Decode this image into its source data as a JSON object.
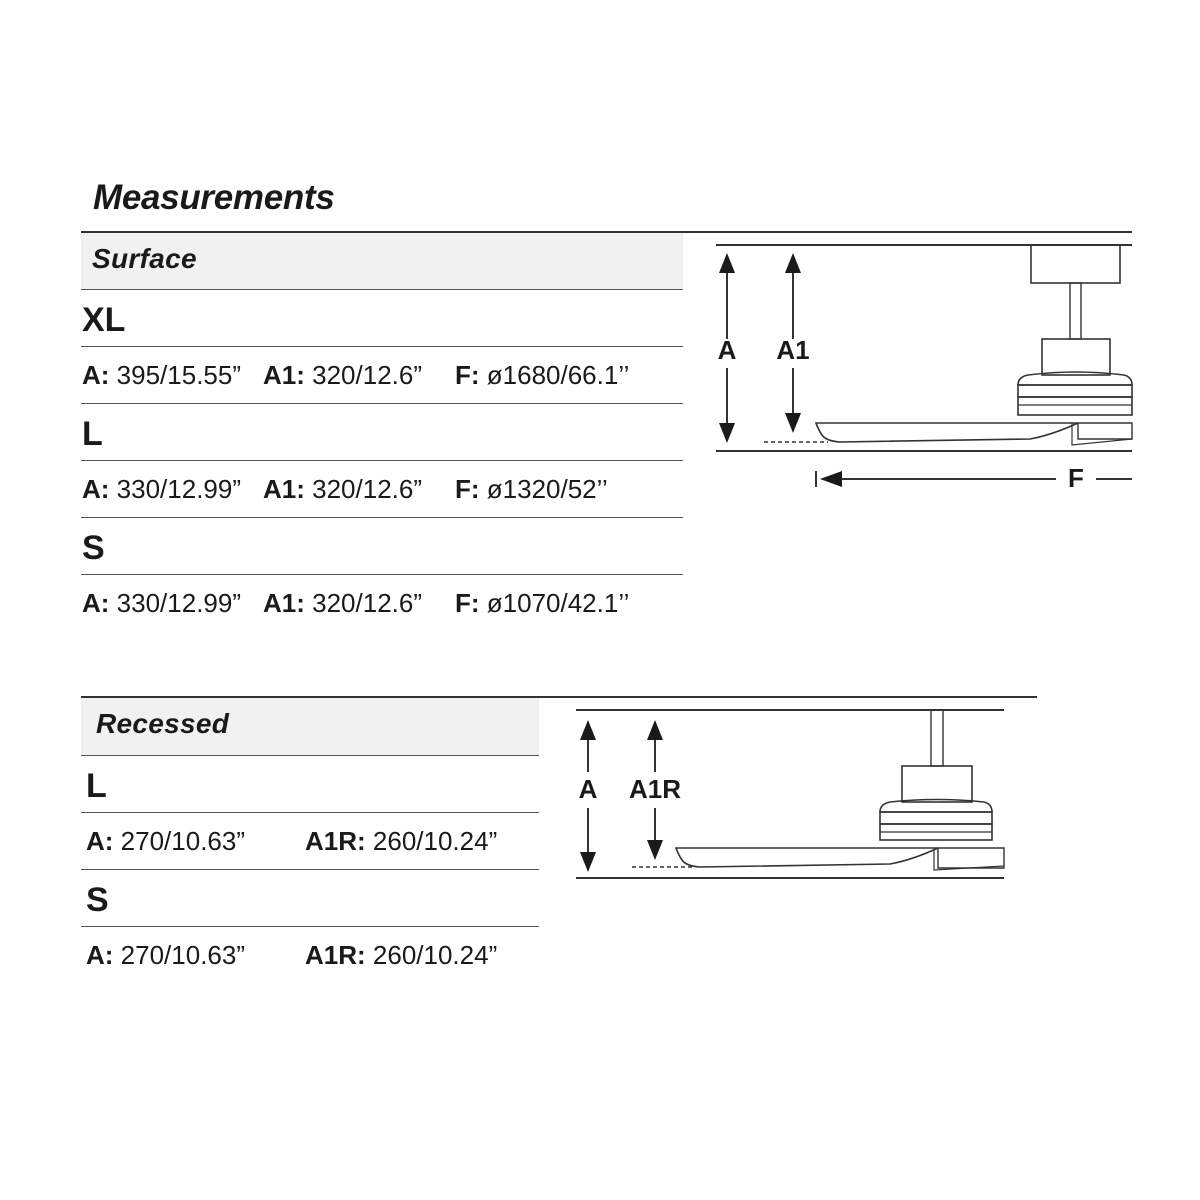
{
  "title": "Measurements",
  "surface": {
    "heading": "Surface",
    "sizes": [
      {
        "size": "XL",
        "specs": [
          {
            "key": "A:",
            "val": "395/15.55”"
          },
          {
            "key": "A1:",
            "val": "320/12.6”"
          },
          {
            "key": "F:",
            "val": "ø1680/66.1’’"
          }
        ]
      },
      {
        "size": "L",
        "specs": [
          {
            "key": "A:",
            "val": "330/12.99”"
          },
          {
            "key": "A1:",
            "val": "320/12.6”"
          },
          {
            "key": "F:",
            "val": "ø1320/52’’"
          }
        ]
      },
      {
        "size": "S",
        "specs": [
          {
            "key": "A:",
            "val": "330/12.99”"
          },
          {
            "key": "A1:",
            "val": "320/12.6”"
          },
          {
            "key": "F:",
            "val": "ø1070/42.1’’"
          }
        ]
      }
    ],
    "diagram_labels": {
      "a": "A",
      "a1": "A1",
      "f": "F"
    }
  },
  "recessed": {
    "heading": "Recessed",
    "sizes": [
      {
        "size": "L",
        "specs": [
          {
            "key": "A:",
            "val": "270/10.63”"
          },
          {
            "key": "A1R:",
            "val": "260/10.24”"
          }
        ]
      },
      {
        "size": "S",
        "specs": [
          {
            "key": "A:",
            "val": "270/10.63”"
          },
          {
            "key": "A1R:",
            "val": "260/10.24”"
          }
        ]
      }
    ],
    "diagram_labels": {
      "a": "A",
      "a1r": "A1R"
    }
  },
  "colors": {
    "line": "#333333",
    "header_bg": "#f1f1f1",
    "text": "#1a1a1a"
  }
}
